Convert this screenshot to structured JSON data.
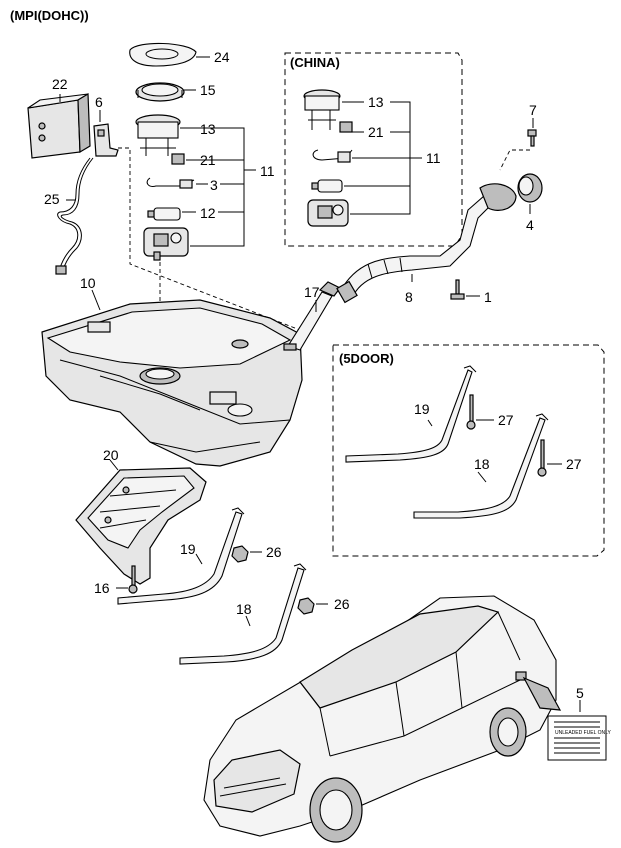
{
  "header": {
    "title": "(MPI(DOHC))"
  },
  "sections": {
    "china": "(CHINA)",
    "five_door": "(5DOOR)"
  },
  "callouts": {
    "p24": "24",
    "p15": "15",
    "p13": "13",
    "p21": "21",
    "p3": "3",
    "p12": "12",
    "p11": "11",
    "p22": "22",
    "p6": "6",
    "p25": "25",
    "p10": "10",
    "china_p13": "13",
    "china_p21": "21",
    "china_p11": "11",
    "p7": "7",
    "p4": "4",
    "p17": "17",
    "p8": "8",
    "p1": "1",
    "door_p19": "19",
    "door_p27a": "27",
    "door_p18": "18",
    "door_p27b": "27",
    "p20": "20",
    "p19": "19",
    "p26a": "26",
    "p16": "16",
    "p18": "18",
    "p26b": "26",
    "p5": "5"
  },
  "label_5": {
    "lines": [
      "UNLEADED FUEL ONLY"
    ]
  }
}
